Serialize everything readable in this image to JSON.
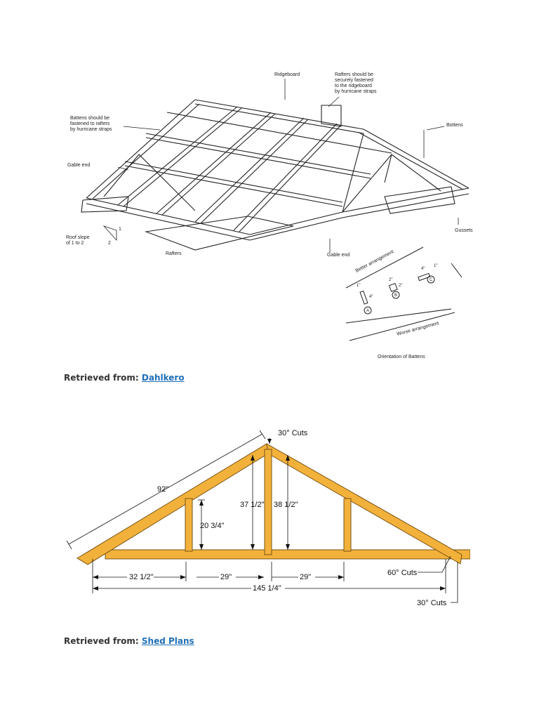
{
  "figure1": {
    "labels": {
      "ridgeboard": "Ridgeboard",
      "rafters_note_1": "Rafters should be",
      "rafters_note_2": "securely fastened",
      "rafters_note_3": "to the ridgeboard",
      "rafters_note_4": "by hurricane straps",
      "battens_note_1": "Battens should be",
      "battens_note_2": "fastened to rafters",
      "battens_note_3": "by hurricane straps",
      "bottens": "Bottens",
      "gable_end_left": "Gable end",
      "roof_slope_1": "Roof slope",
      "roof_slope_2": "of 1 to 2",
      "slope_rise": "1",
      "slope_run": "2",
      "rafters": "Rafters",
      "gable_end_bottom": "Gable end",
      "gussets": "Gussets",
      "better": "Better arrangement",
      "worse": "Worse arrangement",
      "orientation": "Orientation of Battens",
      "a_label": "A",
      "b_label": "B",
      "c_label": "C",
      "a_w": "1\"",
      "a_h": "4\"",
      "b_w": "2\"",
      "b_h": "2\"",
      "c_w": "4\"",
      "c_h": "1\""
    }
  },
  "caption1": {
    "prefix": "Retrieved from:",
    "link": "Dahlkero"
  },
  "figure2": {
    "labels": {
      "top_cuts": "30° Cuts",
      "rafter_len": "92\"",
      "h_outer": "20 3/4\"",
      "h_center_left": "37 1/2\"",
      "h_center_right": "38 1/2\"",
      "span_left": "32 1/2\"",
      "span_mid_left": "29\"",
      "span_mid_right": "29\"",
      "total_span": "145 1/4\"",
      "side_cuts": "60° Cuts",
      "bottom_cuts": "30° Cuts"
    },
    "colors": {
      "wood": "#f2b13a",
      "wood_edge": "#7a5416"
    }
  },
  "caption2": {
    "prefix": "Retrieved from:",
    "link": "Shed Plans"
  }
}
